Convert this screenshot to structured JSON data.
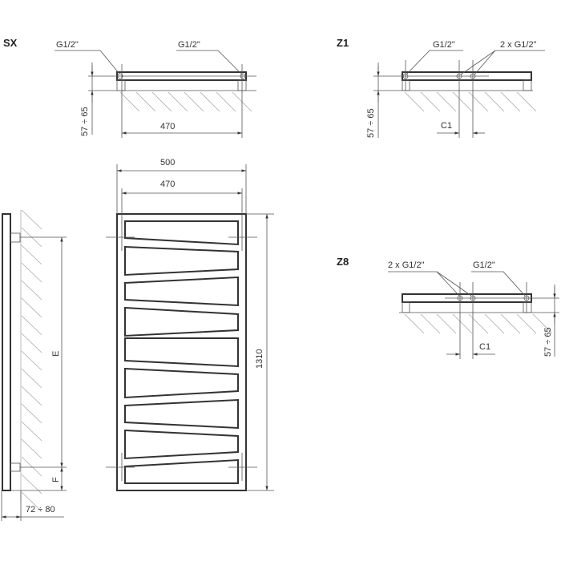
{
  "views": {
    "sx": {
      "label": "SX",
      "left_connection": "G1/2\"",
      "right_connection": "G1/2\"",
      "wall_distance": "57 ÷ 65",
      "axis_spacing": "470"
    },
    "z1": {
      "label": "Z1",
      "single_connection": "G1/2\"",
      "double_connection": "2 x G1/2\"",
      "wall_distance": "57 ÷ 65",
      "offset": "C1"
    },
    "z8": {
      "label": "Z8",
      "single_connection": "G1/2\"",
      "double_connection": "2 x G1/2\"",
      "wall_distance": "57 ÷ 65",
      "offset": "C1"
    },
    "front": {
      "width": "500",
      "axis_spacing": "470",
      "height": "1310"
    },
    "side": {
      "bracket_spacing": "E",
      "bottom_offset": "F",
      "wall_depth": "72 ÷ 80"
    }
  }
}
